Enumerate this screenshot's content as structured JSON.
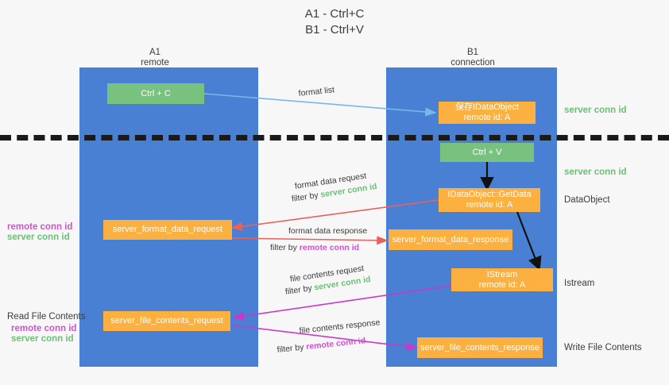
{
  "title": {
    "line1": "A1 - Ctrl+C",
    "line2": "B1 - Ctrl+V"
  },
  "columns": {
    "left": {
      "name": "A1",
      "sub": "remote"
    },
    "right": {
      "name": "B1",
      "sub": "connection"
    }
  },
  "boxes": {
    "ctrl_c": "Ctrl + C",
    "ctrl_v": "Ctrl + V",
    "save_idataobject_l1": "保存IDataObject",
    "save_idataobject_l2": "remote id: A",
    "getdata_l1": "IDataObject::GetData",
    "getdata_l2": "remote id: A",
    "istream_l1": "IStream",
    "istream_l2": "remote id: A",
    "server_format_data_request": "server_format_data_request",
    "server_format_data_response": "server_format_data_response",
    "server_file_contents_request": "server_file_contents_request",
    "server_file_contents_response": "server_file_contents_response"
  },
  "right_labels": {
    "server_conn_id_top": "server conn id",
    "server_conn_id_mid": "server conn id",
    "dataobject": "DataObject",
    "istream": "Istream",
    "write_file_contents": "Write File Contents"
  },
  "left_labels": {
    "remote_conn_id_1": "remote conn id",
    "server_conn_id_1": "server conn id",
    "read_file_contents": "Read File Contents",
    "remote_conn_id_2": "remote conn id",
    "server_conn_id_2": "server conn id"
  },
  "arrows": {
    "format_list": "format list",
    "format_data_request": "format data request",
    "format_data_request_filter_prefix": "filter by ",
    "format_data_request_filter_value": "server conn id",
    "format_data_response": "format data response",
    "format_data_response_filter_prefix": "filter by ",
    "format_data_response_filter_value": "remote conn id",
    "file_contents_request": "file contents request",
    "file_contents_request_filter_prefix": "filter by ",
    "file_contents_request_filter_value": "server conn id",
    "file_contents_response": "file contents response",
    "file_contents_response_filter_prefix": "filter by ",
    "file_contents_response_filter_value": "remote conn id"
  },
  "colors": {
    "column_blue": "#4a80d4",
    "box_green": "#79c17f",
    "box_orange": "#fbb040",
    "arrow_lightblue": "#76b8e8",
    "arrow_red": "#e8625c",
    "arrow_magenta": "#c739c7",
    "arrow_black": "#111111",
    "text_green": "#6cbf77",
    "text_purple": "#cc55cc",
    "background": "#f7f7f7"
  }
}
